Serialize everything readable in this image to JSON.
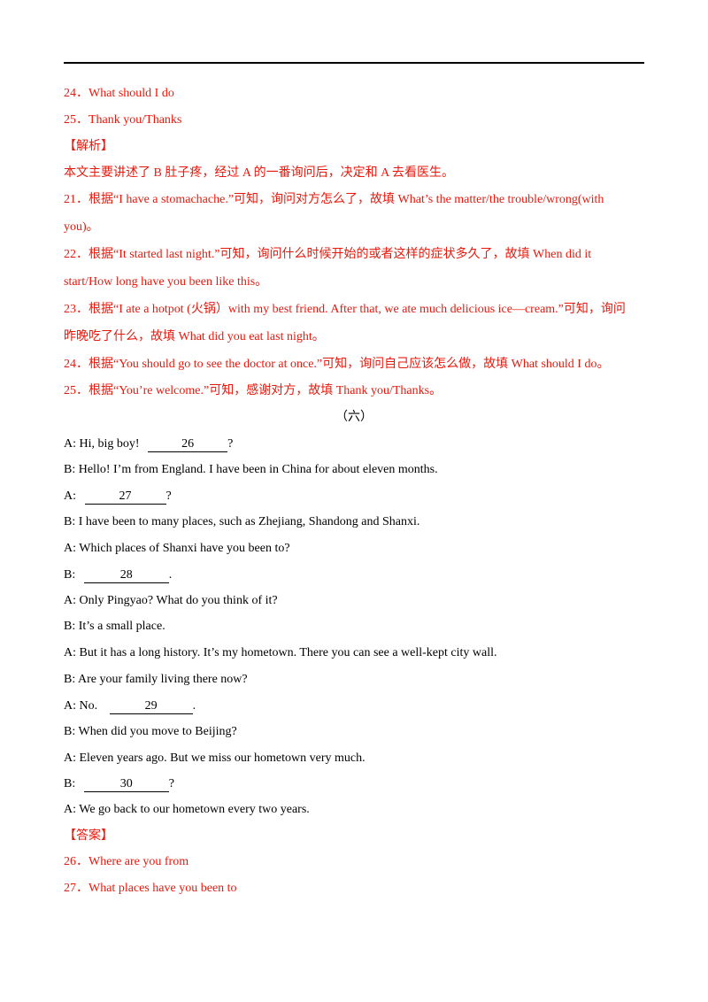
{
  "answers_top": [
    "24．What should I do",
    "25．Thank you/Thanks"
  ],
  "analysis_heading": "【解析】",
  "analysis_lines": [
    "本文主要讲述了 B 肚子疼，经过 A 的一番询问后，决定和 A 去看医生。",
    "21．根据“I have a stomachache.”可知，询问对方怎么了，故填 What’s the matter/the trouble/wrong(with",
    "you)。",
    "22．根据“It started last night.”可知，询问什么时候开始的或者这样的症状多久了，故填 When did it",
    "start/How long have you been like this。",
    "23．根据“I ate a hotpot (火锅）with my best friend. After that, we ate much delicious ice—cream.”可知，询问",
    "昨晚吃了什么，故填 What did you eat last night。",
    "24．根据“You should go to see the doctor at once.”可知，询问自己应该怎么做，故填 What should I do。",
    "25．根据“You’re welcome.”可知，感谢对方，故填 Thank you/Thanks。"
  ],
  "section_title": "（六）",
  "dialogue": {
    "d1_pre": "A: Hi, big boy!",
    "d1_blank": "26",
    "d1_post": "?",
    "d2": "B: Hello! I’m from England. I have been in China for about eleven months.",
    "d3_pre": "A:",
    "d3_blank": "27",
    "d3_post": "?",
    "d4": "B: I have been to many places, such as Zhejiang, Shandong and Shanxi.",
    "d5": "A: Which places of Shanxi have you been to?",
    "d6_pre": "B:",
    "d6_blank": "28",
    "d6_post": ".",
    "d7": "A: Only Pingyao? What do you think of it?",
    "d8": "B: It’s a small place.",
    "d9": "A: But it has a long history. It’s my hometown. There you can see a well-kept city wall.",
    "d10": "B: Are your family living there now?",
    "d11_pre": "A: No.",
    "d11_blank": "29",
    "d11_post": ".",
    "d12": "B: When did you move to Beijing?",
    "d13": "A: Eleven years ago. But we miss our hometown very much.",
    "d14_pre": "B:",
    "d14_blank": "30",
    "d14_post": "?",
    "d15": "A: We go back to our hometown every two years."
  },
  "answer_heading": "【答案】",
  "answers_bottom": [
    "26．Where are you from",
    "27．What places have you been to"
  ]
}
